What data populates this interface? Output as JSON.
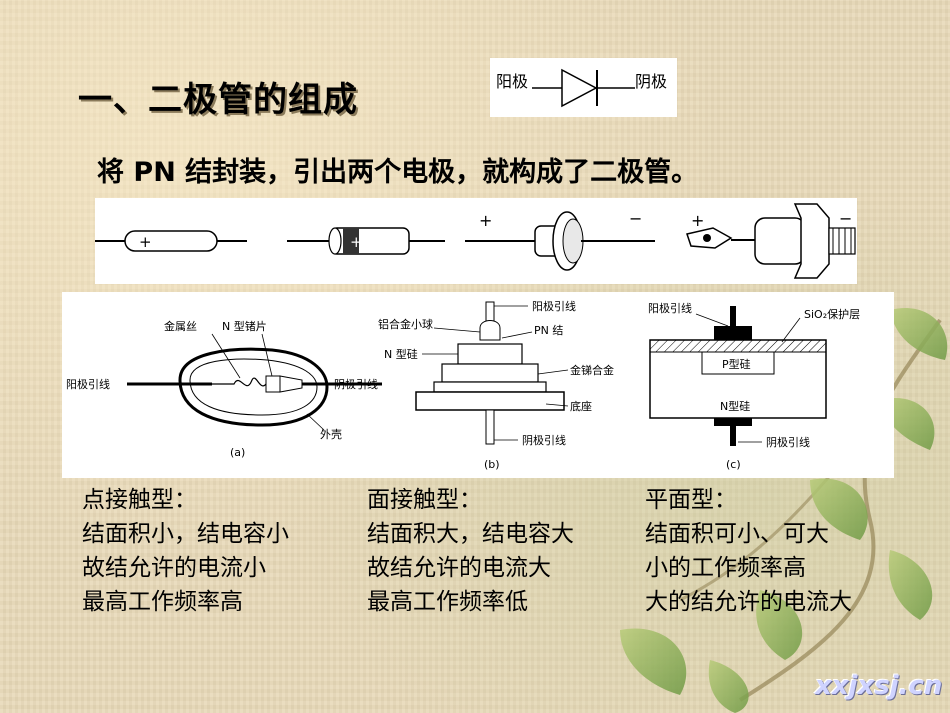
{
  "title": "一、二极管的组成",
  "symbol": {
    "anode": "阳极",
    "cathode": "阴极"
  },
  "subtitle": "将 PN 结封装，引出两个电极，就构成了二极管。",
  "packages": {
    "plus": "+",
    "minus": "−"
  },
  "diagram_a": {
    "wire": "金属丝",
    "chip": "N 型锗片",
    "anode_lead": "阳极引线",
    "cathode_lead": "阴极引线",
    "shell": "外壳",
    "caption": "(a)"
  },
  "diagram_b": {
    "anode_lead": "阳极引线",
    "ball": "铝合金小球",
    "pn": "PN 结",
    "nsi": "N 型硅",
    "alloy": "金锑合金",
    "base": "底座",
    "cathode_lead": "阴极引线",
    "caption": "(b)"
  },
  "diagram_c": {
    "anode_lead": "阳极引线",
    "sio2": "SiO₂保护层",
    "psi": "P型硅",
    "nsi": "N型硅",
    "cathode_lead": "阴极引线",
    "caption": "(c)"
  },
  "columns": [
    {
      "heading": "点接触型：",
      "lines": [
        "结面积小，结电容小",
        "故结允许的电流小",
        "最高工作频率高"
      ]
    },
    {
      "heading": "面接触型：",
      "lines": [
        "结面积大，结电容大",
        "故结允许的电流大",
        "最高工作频率低"
      ]
    },
    {
      "heading": "平面型：",
      "lines": [
        "结面积可小、可大",
        "小的工作频率高",
        "大的结允许的电流大"
      ]
    }
  ],
  "watermark": "xxjxsj.cn"
}
